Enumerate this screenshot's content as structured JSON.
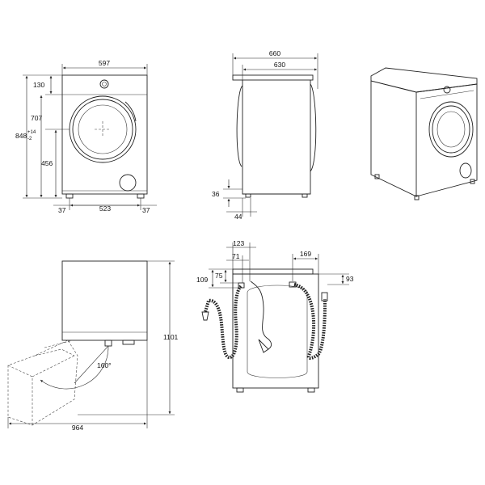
{
  "front_view": {
    "width": "597",
    "top_to_lid": "130",
    "door_center_height": "707",
    "total_height_main": "848",
    "total_height_tol_plus": "+14",
    "total_height_tol_minus": "-2",
    "door_bottom_height": "456",
    "foot_left": "37",
    "foot_span": "523",
    "foot_right": "37"
  },
  "side_view": {
    "overall_depth": "660",
    "body_depth": "630",
    "foot_height": "36",
    "foot_offset": "44"
  },
  "top_view": {
    "door_open_depth": "964",
    "door_open_height": "1101",
    "door_angle": "160°"
  },
  "rear_view": {
    "outlet_from_side": "123",
    "outlet_offset": "71",
    "inlet_span": "169",
    "outlet_from_top": "109",
    "hose_from_top": "75",
    "inlet_from_top": "93"
  }
}
